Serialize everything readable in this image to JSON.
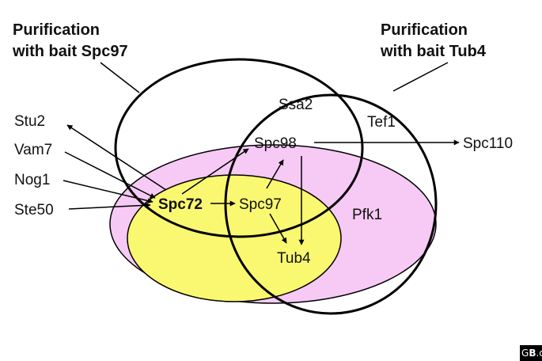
{
  "titles": {
    "spc97_bait": [
      "Purification",
      "with bait Spc97"
    ],
    "tub4_bait": [
      "Purification",
      "with bait Tub4"
    ]
  },
  "proteins": {
    "stu2": "Stu2",
    "vam7": "Vam7",
    "nog1": "Nog1",
    "ste50": "Ste50",
    "spc72": "Spc72",
    "spc97": "Spc97",
    "spc98": "Spc98",
    "tub4": "Tub4",
    "ssa2": "Ssa2",
    "tef1": "Tef1",
    "pfk1": "Pfk1",
    "spc110": "Spc110"
  },
  "colors": {
    "pink_set": "#f7c9f5",
    "yellow_set": "#faf870",
    "outline": "#000000"
  },
  "logo": {
    "text_prefix": "G",
    "text_bold": "B",
    "text_suffix": ".c"
  }
}
